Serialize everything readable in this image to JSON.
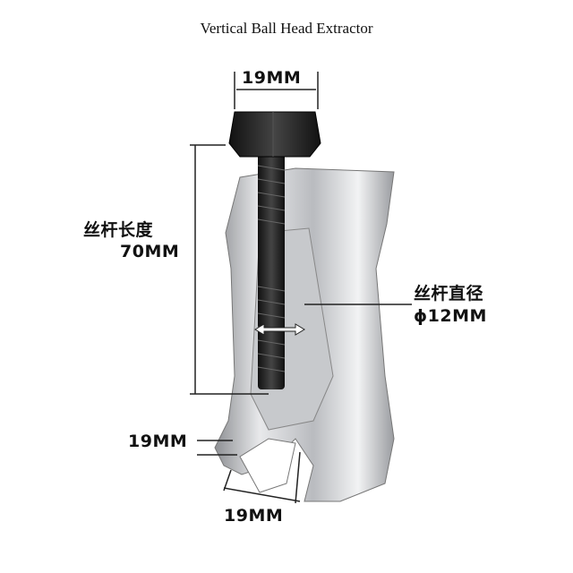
{
  "title": "Vertical Ball Head Extractor",
  "labels": {
    "head_width": "19MM",
    "screw_length_cn": "丝杆长度",
    "screw_length": "70MM",
    "screw_diameter_cn": "丝杆直径",
    "screw_diameter": "ϕ12MM",
    "jaw_height": "19MM",
    "jaw_opening": "19MM"
  }
}
